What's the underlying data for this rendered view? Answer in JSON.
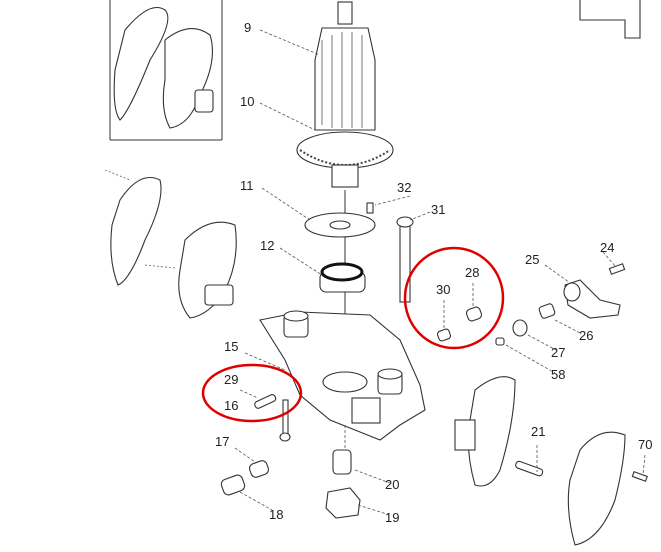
{
  "diagram": {
    "part_labels": {
      "p9": "9",
      "p10": "10",
      "p11": "11",
      "p12": "12",
      "p15": "15",
      "p16": "16",
      "p17": "17",
      "p18": "18",
      "p19": "19",
      "p20": "20",
      "p21": "21",
      "p24": "24",
      "p25": "25",
      "p26": "26",
      "p27": "27",
      "p28": "28",
      "p29": "29",
      "p30": "30",
      "p31": "31",
      "p32": "32",
      "p58": "58",
      "p70": "70"
    },
    "highlight_color": "#e00000"
  }
}
